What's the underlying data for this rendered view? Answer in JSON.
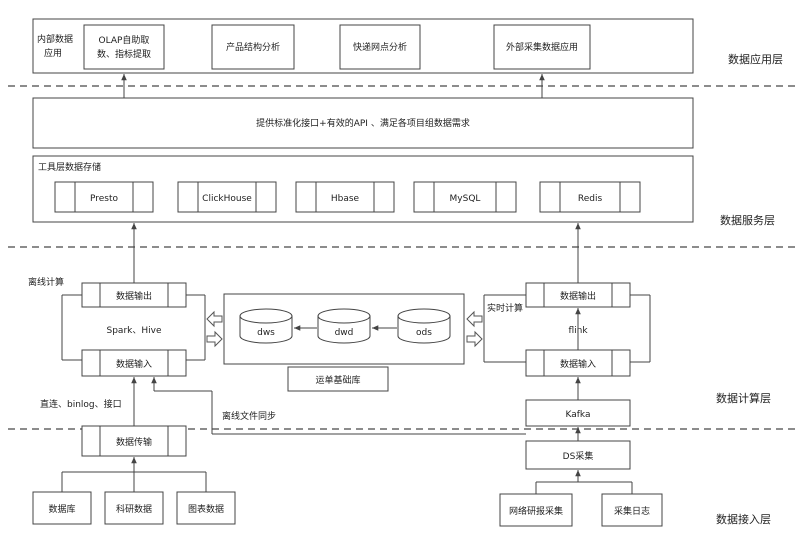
{
  "layers": {
    "application": "数据应用层",
    "service": "数据服务层",
    "compute": "数据计算层",
    "ingest": "数据接入层"
  },
  "app_layer": {
    "internal_line1": "内部数据",
    "internal_line2": "应用",
    "olap_line1": "OLAP自助取",
    "olap_line2": "数、指标提取",
    "product": "产品结构分析",
    "express": "快递网点分析",
    "external": "外部采集数据应用"
  },
  "api": "提供标准化接口+有效的API 、满足各项目组数据需求",
  "storage": {
    "title": "工具层数据存储",
    "presto": "Presto",
    "clickhouse": "ClickHouse",
    "hbase": "Hbase",
    "mysql": "MySQL",
    "redis": "Redis"
  },
  "offline": {
    "title": "离线计算",
    "output": "数据输出",
    "engine": "Spark、Hive",
    "input": "数据输入",
    "sources_label": "直连、binlog、接口",
    "transfer": "数据传输",
    "file_sync": "离线文件同步"
  },
  "warehouse": {
    "dws": "dws",
    "dwd": "dwd",
    "ods": "ods",
    "base": "运单基础库"
  },
  "realtime": {
    "title": "实时计算",
    "output": "数据输出",
    "engine": "flink",
    "input": "数据输入",
    "kafka": "Kafka",
    "ds": "DS采集"
  },
  "sources": {
    "db": "数据库",
    "research": "科研数据",
    "chart": "图表数据",
    "web": "网络研报采集",
    "log": "采集日志"
  }
}
